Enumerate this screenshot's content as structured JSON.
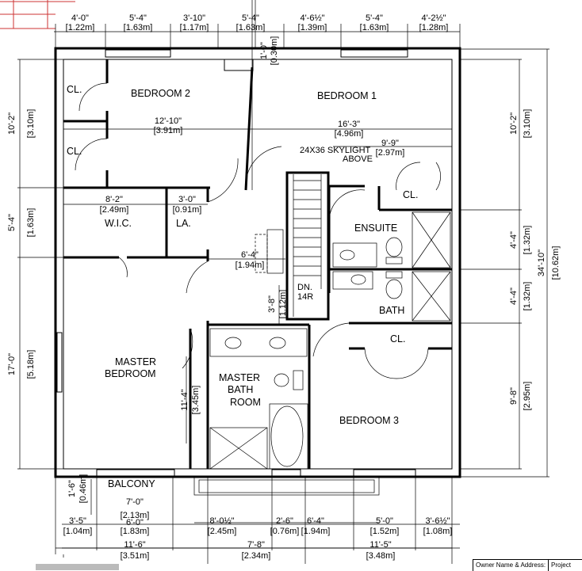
{
  "rooms": {
    "bedroom2": "BEDROOM 2",
    "bedroom1": "BEDROOM  1",
    "cl1": "CL.",
    "cl2": "CL.",
    "cl3": "CL.",
    "cl4": "CL.",
    "wic": "W.I.C.",
    "la": "LA.",
    "ensuite": "ENSUITE",
    "bath": "BATH",
    "master1": "MASTER",
    "master2": "BEDROOM",
    "mbath1": "MASTER",
    "mbath2": "BATH",
    "mbath3": "ROOM",
    "bedroom3": "BEDROOM 3",
    "balcony": "BALCONY",
    "skylight1": "24X36 SKYLIGHT",
    "skylight2": "ABOVE",
    "stair1": "DN.",
    "stair2": "14R"
  },
  "top_dims": [
    {
      "ft": "4'-0\"",
      "m": "[1.22m]"
    },
    {
      "ft": "5'-4\"",
      "m": "[1.63m]"
    },
    {
      "ft": "3'-10\"",
      "m": "[1.17m]"
    },
    {
      "ft": "5'-4\"",
      "m": "[1.63m]"
    },
    {
      "ft": "4'-6½\"",
      "m": "[1.39m]"
    },
    {
      "ft": "5'-4\"",
      "m": "[1.63m]"
    },
    {
      "ft": "4'-2½\"",
      "m": "[1.28m]"
    }
  ],
  "top_small": {
    "ft": "1'-0\"",
    "m": "[0.30m]"
  },
  "left_dims": [
    {
      "ft": "10'-2\"",
      "m": "[3.10m]"
    },
    {
      "ft": "5'-4\"",
      "m": "[1.63m]"
    },
    {
      "ft": "17'-0\"",
      "m": "[5.18m]"
    }
  ],
  "right_dims": [
    {
      "ft": "10'-2\"",
      "m": "[3.10m]"
    },
    {
      "ft": "4'-4\"",
      "m": "[1.32m]"
    },
    {
      "ft": "4'-4\"",
      "m": "[1.32m]"
    },
    {
      "ft": "9'-8\"",
      "m": "[2.95m]"
    }
  ],
  "overall_right": {
    "ft": "34'-10\"",
    "m": "[10.62m]"
  },
  "interior_dims": {
    "bed2_w": {
      "ft": "12'-10\"",
      "m": "[3.91m]"
    },
    "bed1_w": {
      "ft": "16'-3\"",
      "m": "[4.96m]"
    },
    "ens_cl": {
      "ft": "9'-9\"",
      "m": "[2.97m]"
    },
    "wic_w": {
      "ft": "8'-2\"",
      "m": "[2.49m]"
    },
    "la_w": {
      "ft": "3'-0\"",
      "m": "[0.91m]"
    },
    "hall_w": {
      "ft": "6'-4\"",
      "m": "[1.94m]"
    },
    "hall_h": {
      "ft": "3'-8\"",
      "m": "[1.12m]"
    },
    "mbath_h": {
      "ft": "11'-4\"",
      "m": "[3.45m]"
    }
  },
  "balcony_dims": {
    "depth": {
      "ft": "1'-6\"",
      "m": "[0.46m]"
    },
    "width": {
      "ft": "7'-0\"",
      "m": "[2.13m]"
    }
  },
  "bottom_dims1": [
    {
      "ft": "3'-5\"",
      "m": "[1.04m]"
    },
    {
      "ft": "6'-0\"",
      "m": "[1.83m]"
    },
    {
      "ft": "8'-0½\"",
      "m": "[2.45m]"
    },
    {
      "ft": "2'-6\"",
      "m": "[0.76m]"
    },
    {
      "ft": "6'-4\"",
      "m": "[1.94m]"
    },
    {
      "ft": "5'-0\"",
      "m": "[1.52m]"
    },
    {
      "ft": "3'-6½\"",
      "m": "[1.08m]"
    }
  ],
  "bottom_dims2": [
    {
      "ft": "11'-6\"",
      "m": "[3.51m]"
    },
    {
      "ft": "7'-8\"",
      "m": "[2.34m]"
    },
    {
      "ft": "11'-5\"",
      "m": "[3.48m]"
    }
  ],
  "title_block": {
    "owner": "Owner Name & Address:",
    "project": "Project"
  }
}
